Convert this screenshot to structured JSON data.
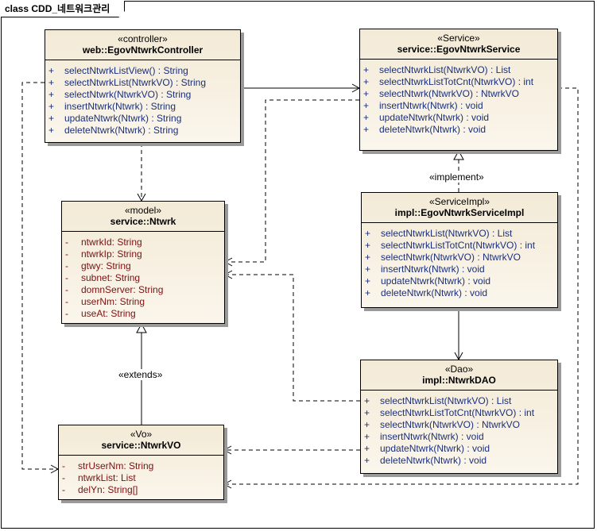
{
  "frame": {
    "title": "class CDD_네트워크관리"
  },
  "classes": {
    "controller": {
      "stereotype": "«controller»",
      "name": "web::EgovNtwrkController",
      "members": [
        {
          "vis": "+",
          "text": "selectNtwrkListView() : String"
        },
        {
          "vis": "+",
          "text": "selectNtwrkList(NtwrkVO) : String"
        },
        {
          "vis": "+",
          "text": "selectNtwrk(NtwrkVO) : String"
        },
        {
          "vis": "+",
          "text": "insertNtwrk(Ntwrk) : String"
        },
        {
          "vis": "+",
          "text": "updateNtwrk(Ntwrk) : String"
        },
        {
          "vis": "+",
          "text": "deleteNtwrk(Ntwrk) : String"
        }
      ]
    },
    "service": {
      "stereotype": "«Service»",
      "name": "service::EgovNtwrkService",
      "members": [
        {
          "vis": "+",
          "text": "selectNtwrkList(NtwrkVO) : List"
        },
        {
          "vis": "+",
          "text": "selectNtwrkListTotCnt(NtwrkVO) : int"
        },
        {
          "vis": "+",
          "text": "selectNtwrk(NtwrkVO) : NtwrkVO"
        },
        {
          "vis": "+",
          "text": "insertNtwrk(Ntwrk) : void"
        },
        {
          "vis": "+",
          "text": "updateNtwrk(Ntwrk) : void"
        },
        {
          "vis": "+",
          "text": "deleteNtwrk(Ntwrk) : void"
        }
      ]
    },
    "model": {
      "stereotype": "«model»",
      "name": "service::Ntwrk",
      "members": [
        {
          "vis": "-",
          "text": "ntwrkId:  String"
        },
        {
          "vis": "-",
          "text": "ntwrkIp:  String"
        },
        {
          "vis": "-",
          "text": "gtwy:  String"
        },
        {
          "vis": "-",
          "text": "subnet:  String"
        },
        {
          "vis": "-",
          "text": "domnServer:  String"
        },
        {
          "vis": "-",
          "text": "userNm:  String"
        },
        {
          "vis": "-",
          "text": "useAt:  String"
        }
      ]
    },
    "impl": {
      "stereotype": "«ServiceImpl»",
      "name": "impl::EgovNtwrkServiceImpl",
      "members": [
        {
          "vis": "+",
          "text": "selectNtwrkList(NtwrkVO) : List"
        },
        {
          "vis": "+",
          "text": "selectNtwrkListTotCnt(NtwrkVO) : int"
        },
        {
          "vis": "+",
          "text": "selectNtwrk(NtwrkVO) : NtwrkVO"
        },
        {
          "vis": "+",
          "text": "insertNtwrk(Ntwrk) : void"
        },
        {
          "vis": "+",
          "text": "updateNtwrk(Ntwrk) : void"
        },
        {
          "vis": "+",
          "text": "deleteNtwrk(Ntwrk) : void"
        }
      ]
    },
    "dao": {
      "stereotype": "«Dao»",
      "name": "impl::NtwrkDAO",
      "members": [
        {
          "vis": "+",
          "text": "selectNtwrkList(NtwrkVO) : List"
        },
        {
          "vis": "+",
          "text": "selectNtwrkListTotCnt(NtwrkVO) : int"
        },
        {
          "vis": "+",
          "text": "selectNtwrk(NtwrkVO) : NtwrkVO"
        },
        {
          "vis": "+",
          "text": "insertNtwrk(Ntwrk) : void"
        },
        {
          "vis": "+",
          "text": "updateNtwrk(Ntwrk) : void"
        },
        {
          "vis": "+",
          "text": "deleteNtwrk(Ntwrk) : void"
        }
      ]
    },
    "vo": {
      "stereotype": "«Vo»",
      "name": "service::NtwrkVO",
      "members": [
        {
          "vis": "-",
          "text": "strUserNm:  String"
        },
        {
          "vis": "-",
          "text": "ntwrkList:  List"
        },
        {
          "vis": "-",
          "text": "delYn:  String[]"
        }
      ]
    }
  },
  "labels": {
    "implement": "«implement»",
    "extends": "«extends»"
  },
  "colors": {
    "operation_text": "#1a2f7a",
    "attribute_text": "#7a1010",
    "class_fill": "#f3ead6"
  }
}
